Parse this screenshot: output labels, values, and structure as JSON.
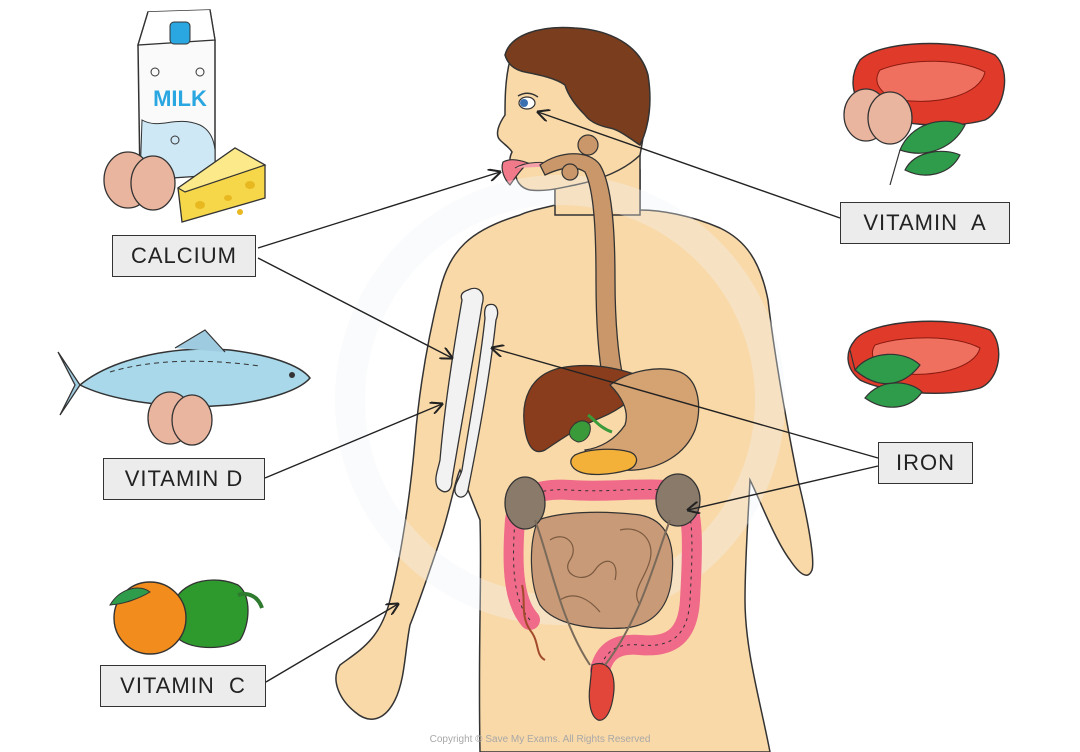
{
  "labels": {
    "calcium": "CALCIUM",
    "vitamin_d": "VITAMIN D",
    "vitamin_c": "VITAMIN  C",
    "vitamin_a": "VITAMIN  A",
    "iron": "IRON"
  },
  "milk_carton_text": "MILK",
  "copyright": "Copyright © Save My Exams. All Rights Reserved",
  "colors": {
    "skin": "#f9d9a8",
    "hair": "#7a3e1f",
    "gut_tube": "#c9976a",
    "liver": "#8a3d1c",
    "stomach": "#d5a272",
    "pancreas": "#f3b13a",
    "gall_bladder": "#3a9a3a",
    "kidney": "#8a7a6a",
    "large_intestine": "#f06a8a",
    "small_intestine": "#c99a78",
    "bone": "#f2f2f2",
    "meat": "#e03a2a",
    "leaf": "#2e9c4a",
    "fish": "#a8d8ea",
    "egg": "#eab59f",
    "cheese": "#f6d74a",
    "orange": "#f28c1c",
    "pepper": "#2e9a2e",
    "milk_blue": "#2aa6e0"
  },
  "icons": [
    "milk-carton-icon",
    "cheese-icon",
    "egg-icon",
    "fish-icon",
    "orange-icon",
    "green-pepper-icon",
    "meat-steak-icon",
    "spinach-leaf-icon"
  ]
}
